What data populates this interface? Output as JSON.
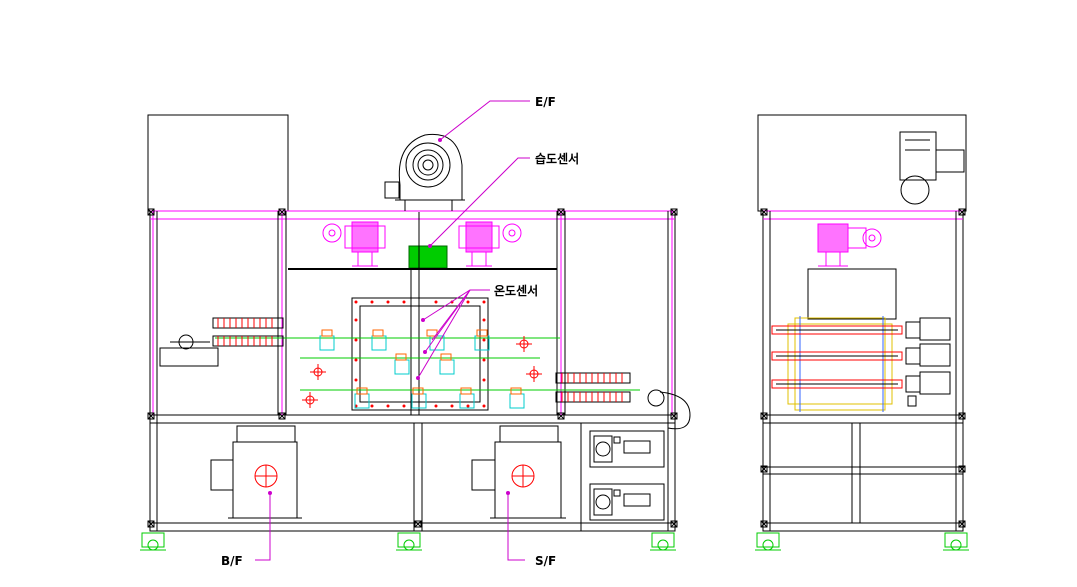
{
  "labels": {
    "exhaust_fan": "E/F",
    "humidity_sensor": "습도센서",
    "temperature_sensor": "온도센서",
    "blower_fan": "B/F",
    "supply_fan": "S/F"
  },
  "colors": {
    "frame": "#000000",
    "frame_accent": "#ff00ff",
    "leader": "#cc00cc",
    "green": "#00cc00",
    "red": "#ff0000",
    "cyan": "#00cccc",
    "yellow": "#e0c000",
    "blue": "#3366ff",
    "orange": "#ff8800"
  }
}
